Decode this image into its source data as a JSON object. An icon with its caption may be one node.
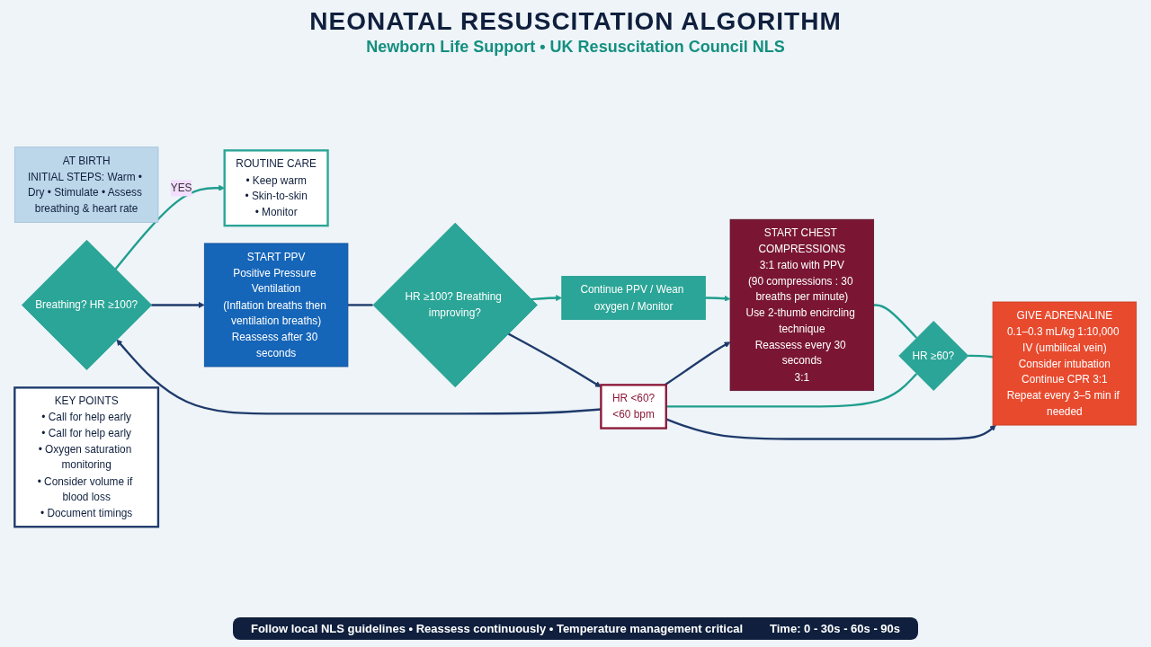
{
  "diagram": {
    "title": "NEONATAL RESUSCITATION ALGORITHM",
    "nodes": [
      {
        "text": [
          "AT BIRTH",
          "INITIAL STEPS: Warm • Dry • Stimulate • Assess breathing & heart rate"
        ]
      },
      {
        "text": [
          "Breathing? HR ≥100?"
        ]
      },
      {
        "text": [
          "ROUTINE CARE",
          "• Keep warm",
          "• Skin-to-skin",
          "• Monitor"
        ]
      },
      {
        "text": [
          "START PPV",
          "Positive Pressure Ventilation",
          "(Inflation breaths then ventilation breaths)",
          "Reassess after 30 seconds"
        ]
      },
      {
        "text": [
          "HR ≥100? Breathing improving?"
        ]
      },
      {
        "text": [
          "Continue PPV / Wean oxygen / Monitor"
        ]
      },
      {
        "text": [
          "HR <60?",
          "<60 bpm"
        ]
      },
      {
        "text": [
          "START CHEST COMPRESSIONS",
          "3:1 ratio with PPV",
          "(90 compressions : 30 breaths per minute)",
          "Use 2-thumb encircling technique",
          "Reassess every 30 seconds",
          "3:1"
        ]
      },
      {
        "text": [
          "HR ≥60?"
        ]
      },
      {
        "text": [
          "GIVE ADRENALINE",
          "0.1–0.3 mL/kg 1:10,000 IV (umbilical vein)",
          "Consider intubation",
          "Continue CPR 3:1",
          "Repeat every 3–5 min if needed"
        ]
      },
      {
        "text": [
          "KEY POINTS",
          "• Call for help early",
          "• Call for help early",
          "• Oxygen saturation monitoring",
          "• Consider volume if blood loss",
          "• Document timings"
        ]
      }
    ],
    "edges": [
      {
        "from": 1,
        "to": 2,
        "arrow": "to",
        "label": "YES",
        "color": "#1f9e8e"
      },
      {
        "from": 1,
        "to": 3,
        "arrow": "to",
        "color": "#1f3a6b"
      },
      {
        "from": 3,
        "to": 4,
        "arrow": "none",
        "color": "#1f3a6b"
      },
      {
        "from": 4,
        "to": 5,
        "arrow": "to",
        "color": "#1f9e8e"
      },
      {
        "from": 5,
        "to": 7,
        "arrow": "to",
        "color": "#1f9e8e"
      },
      {
        "from": 4,
        "to": 6,
        "arrow": "to",
        "color": "#1f3a6b"
      },
      {
        "from": 6,
        "to": 7,
        "arrow": "to",
        "color": "#1f3a6b"
      },
      {
        "from": 6,
        "to": 8,
        "arrow": "none",
        "color": "#1f9e8e"
      },
      {
        "from": 7,
        "to": 8,
        "arrow": "none",
        "color": "#1f9e8e"
      },
      {
        "from": 8,
        "to": 9,
        "arrow": "none",
        "color": "#1f9e8e"
      },
      {
        "from": 6,
        "to": 1,
        "arrow": "to",
        "color": "#1f3a6b"
      },
      {
        "from": 6,
        "to": 9,
        "arrow": "to",
        "color": "#1f3a6b"
      }
    ],
    "labels": [
      "Newborn Life Support • UK Resuscitation Council NLS",
      "Follow local NLS guidelines • Reassess continuously • Temperature management critical",
      "Time: 0 - 30s - 60s - 90s"
    ]
  }
}
